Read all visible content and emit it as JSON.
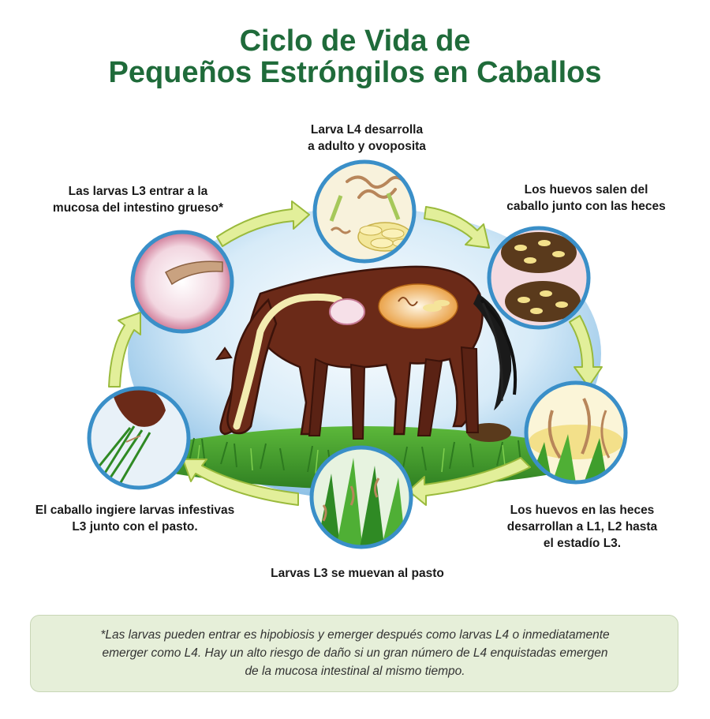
{
  "title": {
    "line1": "Ciclo de Vida de",
    "line2": "Pequeños Estróngilos en Caballos"
  },
  "stages": {
    "top": {
      "line1": "Larva L4 desarrolla",
      "line2": "a adulto y ovoposita"
    },
    "upper_right": {
      "line1": "Los huevos salen del",
      "line2": "caballo junto con las heces"
    },
    "lower_right": {
      "line1": "Los huevos en las heces",
      "line2": "desarrollan a L1, L2 hasta",
      "line3": "el estadío L3."
    },
    "bottom": {
      "line1": "Larvas L3 se muevan al pasto"
    },
    "lower_left": {
      "line1": "El caballo ingiere larvas infestivas",
      "line2": "L3 junto con el pasto."
    },
    "upper_left": {
      "line1": "Las larvas L3 entrar a la",
      "line2": "mucosa del intestino grueso*"
    }
  },
  "footnote": {
    "line1": "*Las larvas pueden entrar es hipobiosis y emerger después como larvas L4 o inmediatamente",
    "line2": "emerger como L4. Hay un alto riesgo de daño si un gran número de L4 enquistadas emergen",
    "line3": "de la mucosa intestinal al mismo tiempo."
  },
  "colors": {
    "title_green": "#1f6b3a",
    "arrow_fill": "#e2ef9a",
    "arrow_stroke": "#9aba3c",
    "circle_ring": "#3a8fc8",
    "horse": "#6b2a18",
    "grass": "#3f9e2c",
    "sky": "#9ecbea",
    "note_bg": "#e6efd9"
  }
}
